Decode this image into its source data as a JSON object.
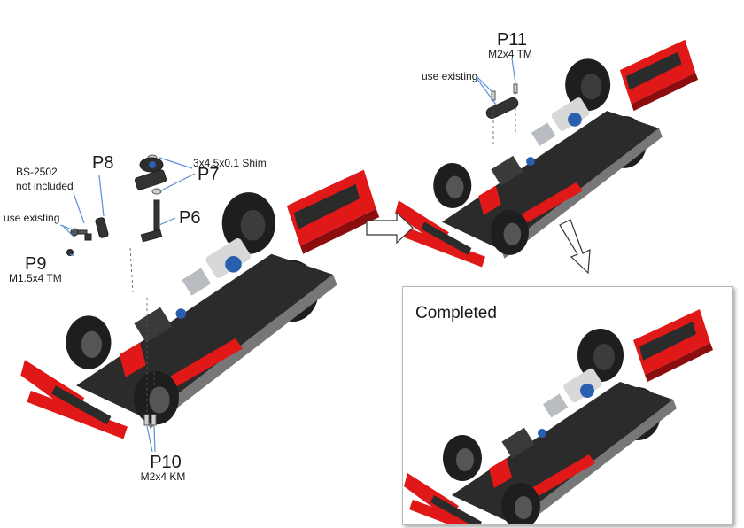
{
  "colors": {
    "accent_red": "#e01818",
    "carbon": "#2b2b2b",
    "silver": "#b9bcc0",
    "blue_part": "#2a5fb0",
    "callout_line": "#5b8fd6"
  },
  "labels": {
    "p6": "P6",
    "p7": "P7",
    "p7_part": "3x4.5x0.1 Shim",
    "p8": "P8",
    "p8_note_line1": "BS-2502",
    "p8_note_line2": "not included",
    "use_existing_left": "use existing",
    "p9": "P9",
    "p9_part": "M1.5x4 TM",
    "p10": "P10",
    "p10_part": "M2x4 KM",
    "p11": "P11",
    "p11_part": "M2x4 TM",
    "use_existing_right": "use existing",
    "completed": "Completed"
  },
  "icons": {
    "step_arrow_right": "hollow-arrow-right-icon",
    "step_arrow_down": "hollow-arrow-down-icon"
  }
}
